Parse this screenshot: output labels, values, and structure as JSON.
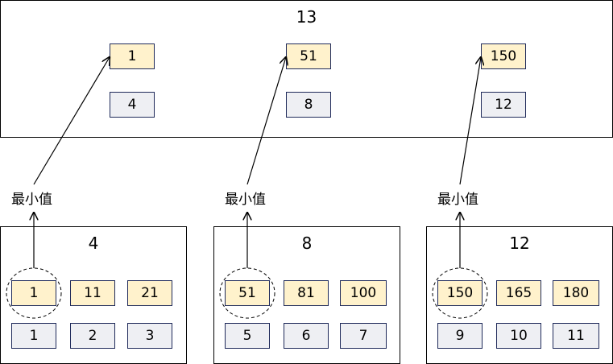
{
  "root": {
    "title": "13",
    "keys": [
      "1",
      "51",
      "150"
    ],
    "pointers": [
      "4",
      "8",
      "12"
    ]
  },
  "leaves": [
    {
      "title": "4",
      "keys": [
        "1",
        "11",
        "21"
      ],
      "pointers": [
        "1",
        "2",
        "3"
      ]
    },
    {
      "title": "8",
      "keys": [
        "51",
        "81",
        "100"
      ],
      "pointers": [
        "5",
        "6",
        "7"
      ]
    },
    {
      "title": "12",
      "keys": [
        "150",
        "165",
        "180"
      ],
      "pointers": [
        "9",
        "10",
        "11"
      ]
    }
  ],
  "min_label": "最小值"
}
